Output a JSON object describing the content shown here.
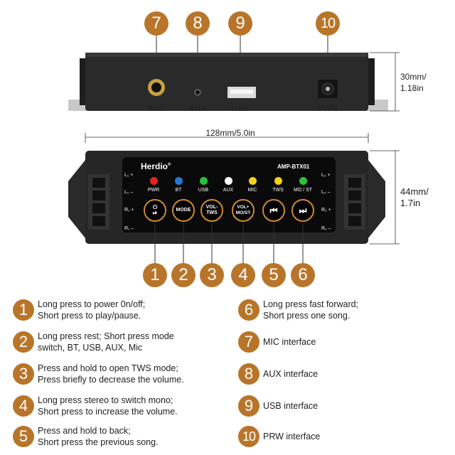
{
  "top_badges": [
    "7",
    "8",
    "9",
    "10"
  ],
  "ports": {
    "mic": "MIC",
    "aux": "AUX",
    "usb": "USB",
    "pwr": "PWR"
  },
  "dimensions": {
    "height_top": "30mm/\n1.18in",
    "width": "128mm/5.0in",
    "height_front": "44mm/\n1.7in"
  },
  "panel": {
    "brand": "Herdio",
    "brand_mark": "®",
    "model": "AMP-BTX01",
    "leds": [
      {
        "label": "PWR",
        "color": "#e8231e"
      },
      {
        "label": "BT",
        "color": "#1f7bd6"
      },
      {
        "label": "USB",
        "color": "#27c23a"
      },
      {
        "label": "AUX",
        "color": "#ffffff"
      },
      {
        "label": "MIC",
        "color": "#f2d21b"
      },
      {
        "label": "TWS",
        "color": "#f2d21b"
      },
      {
        "label": "MO / ST",
        "color": "#27c23a"
      }
    ],
    "buttons": [
      "⏻\n⏯",
      "MODE",
      "VOL-\nTWS",
      "VOL+\nMO/ST",
      "⏮",
      "⏭"
    ],
    "left_terminals": [
      "L₁ +",
      "L₁ –",
      "R₁ +",
      "R₁ –"
    ],
    "right_terminals": [
      "L₂ +",
      "L₂ –",
      "R₂ +",
      "R₂ –"
    ]
  },
  "bottom_badges": [
    "1",
    "2",
    "3",
    "4",
    "5",
    "6"
  ],
  "descriptions_left": [
    {
      "num": "1",
      "text": "Long press to power 0n/off;\nShort press to play/pause."
    },
    {
      "num": "2",
      "text": "Long press rest; Short press mode\nswitch, BT, USB, AUX, Mic"
    },
    {
      "num": "3",
      "text": "Press and hold to open TWS mode;\nPress briefly to decrease the volume."
    },
    {
      "num": "4",
      "text": "Long press stereo to switch mono;\nShort press to increase the volume."
    },
    {
      "num": "5",
      "text": "Press and hold to back;\nShort press the previous song."
    }
  ],
  "descriptions_right": [
    {
      "num": "6",
      "text": "Long press fast forward;\nShort press one song."
    },
    {
      "num": "7",
      "text": "MIC interface"
    },
    {
      "num": "8",
      "text": "AUX interface"
    },
    {
      "num": "9",
      "text": "USB interface"
    },
    {
      "num": "10",
      "text": "PRW interface"
    }
  ]
}
